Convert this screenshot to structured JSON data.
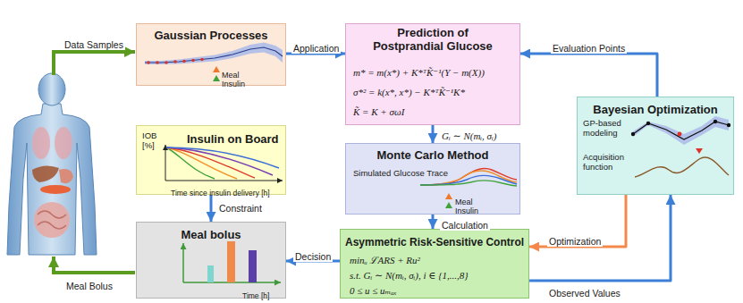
{
  "diagram": {
    "nodes": [
      {
        "text": [
          "Gaussian Processes",
          "Meal",
          "Insulin"
        ]
      },
      {
        "text": [
          "Prediction of Postprandial Glucose",
          "m* = m(x*) + K*ᵀK̃⁻¹(Y − m(X))",
          "σ*² = k(x*, x*) − K*ᵀK̃⁻¹K*",
          "K̃ = K + σωI"
        ]
      },
      {
        "text": [
          "Insulin on Board",
          "IOB [%]",
          "Time since insulin delivery [h]"
        ]
      },
      {
        "text": [
          "Monte Carlo Method",
          "Simulated Glucose Trace",
          "Meal",
          "Insulin"
        ]
      },
      {
        "text": [
          "Bayesian Optimization",
          "GP-based modeling",
          "Acquisition function"
        ]
      },
      {
        "text": [
          "Meal bolus",
          "Time [h]"
        ]
      },
      {
        "text": [
          "Asymmetric Risk-Sensitive Control",
          "minᵤ ℒARS + Ru²",
          "s.t. Gᵢ ∼ N(mᵢ, σᵢ), i ∈ {1,...,8}",
          "0 ≤ u ≤ uₘₐₓ"
        ]
      }
    ],
    "edges": [
      {
        "from": 0,
        "to": 1,
        "label": "Application",
        "arrow": "to"
      },
      {
        "from": 1,
        "to": 3,
        "label": "Gᵢ ∼ N(mᵢ, σᵢ)",
        "arrow": "to"
      },
      {
        "from": 3,
        "to": 6,
        "label": "Calculation",
        "arrow": "to"
      },
      {
        "from": 2,
        "to": 5,
        "label": "Constraint",
        "arrow": "to"
      },
      {
        "from": 6,
        "to": 5,
        "label": "Decision",
        "arrow": "to"
      },
      {
        "from": 4,
        "to": 1,
        "label": "Evaluation Points",
        "arrow": "to"
      },
      {
        "from": 4,
        "to": 6,
        "label": "Optimization",
        "arrow": "to"
      },
      {
        "from": 6,
        "to": 4,
        "label": "Observed Values",
        "arrow": "to"
      }
    ],
    "labels": [
      "Data Samples",
      "Meal Bolus"
    ]
  }
}
